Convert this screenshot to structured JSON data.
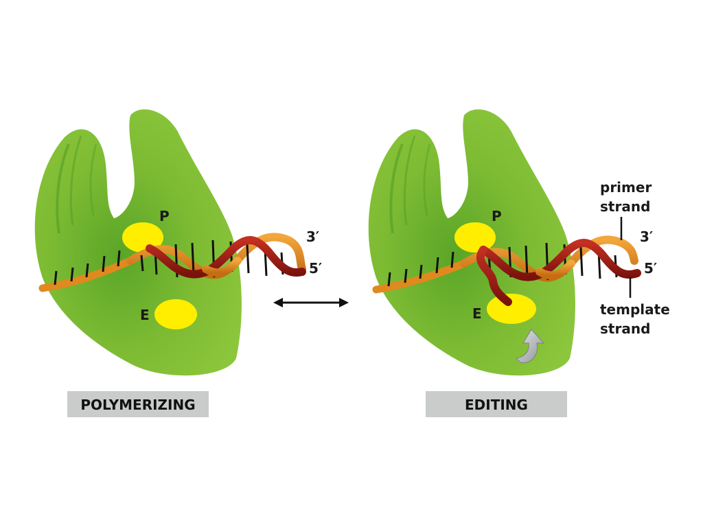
{
  "panels": [
    {
      "caption": "POLYMERIZING",
      "site_p": "P",
      "site_e": "E",
      "end_top": "3′",
      "end_bottom": "5′"
    },
    {
      "caption": "EDITING",
      "site_p": "P",
      "site_e": "E",
      "end_top": "3′",
      "end_bottom": "5′",
      "primer_label_1": "primer",
      "primer_label_2": "strand",
      "template_label_1": "template",
      "template_label_2": "strand"
    }
  ],
  "colors": {
    "enzyme_light": "#86c135",
    "enzyme_dark": "#4f9a22",
    "active_site": "#ffee00",
    "primer_strand": "#e0891f",
    "template_strand": "#9b1c14",
    "caption_box": "#c9cccb",
    "arrow": "#111111",
    "curved_arrow": "#b9bcbe"
  }
}
